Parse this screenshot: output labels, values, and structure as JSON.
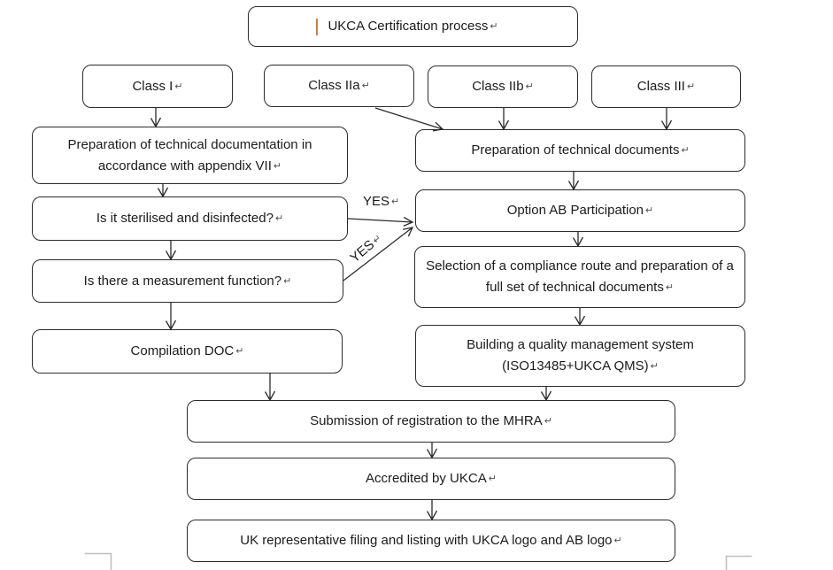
{
  "document": {
    "kind": "flowchart",
    "title": "UKCA Certification process"
  },
  "marks": {
    "return_mark": "↵"
  },
  "colors": {
    "line": "#2b2b2b",
    "text": "#1b1b1b",
    "caret": "#C9813E",
    "boundary_mark": "#BFBFBF",
    "background": "#ffffff"
  },
  "nodes": {
    "title": {
      "label": "UKCA Certification process"
    },
    "class_i": {
      "label": "Class I"
    },
    "class_iia": {
      "label": "Class IIa"
    },
    "class_iib": {
      "label": "Class IIb"
    },
    "class_iii": {
      "label": "Class III"
    },
    "prep_left": {
      "label": "Preparation of technical documentation in accordance with appendix VII"
    },
    "sterilised": {
      "label": "Is it sterilised and disinfected?"
    },
    "measurement": {
      "label": "Is there a measurement function?"
    },
    "compilation": {
      "label": "Compilation DOC"
    },
    "prep_right": {
      "label": "Preparation of technical documents"
    },
    "option_ab": {
      "label": "Option AB Participation"
    },
    "selection": {
      "label": "Selection of a compliance route and preparation of a full set of technical documents"
    },
    "building": {
      "label": "Building a quality management system (ISO13485+UKCA QMS)"
    },
    "submission": {
      "label": "Submission of registration to the MHRA"
    },
    "accredited": {
      "label": "Accredited by UKCA"
    },
    "uk_rep": {
      "label": "UK representative filing and listing with UKCA logo and AB logo"
    }
  },
  "edge_labels": {
    "yes_top": "YES",
    "yes_diagonal": "YES"
  },
  "edges": [
    {
      "from": "class_i",
      "to": "prep_left"
    },
    {
      "from": "class_iia",
      "to": "prep_right"
    },
    {
      "from": "class_iib",
      "to": "prep_right"
    },
    {
      "from": "class_iii",
      "to": "prep_right"
    },
    {
      "from": "prep_left",
      "to": "sterilised"
    },
    {
      "from": "sterilised",
      "to": "measurement"
    },
    {
      "from": "sterilised",
      "to": "option_ab",
      "label": "YES"
    },
    {
      "from": "measurement",
      "to": "option_ab",
      "label": "YES"
    },
    {
      "from": "measurement",
      "to": "compilation"
    },
    {
      "from": "compilation",
      "to": "submission"
    },
    {
      "from": "prep_right",
      "to": "option_ab"
    },
    {
      "from": "option_ab",
      "to": "selection"
    },
    {
      "from": "selection",
      "to": "building"
    },
    {
      "from": "building",
      "to": "submission"
    },
    {
      "from": "submission",
      "to": "accredited"
    },
    {
      "from": "accredited",
      "to": "uk_rep"
    }
  ]
}
